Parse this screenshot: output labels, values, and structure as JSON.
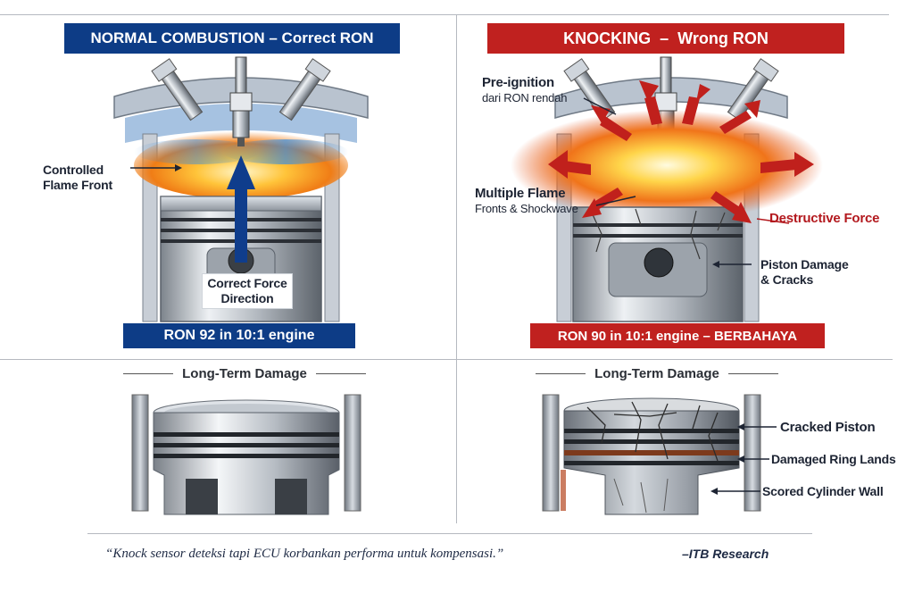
{
  "top_left": {
    "banner": "NORMAL COMBUSTION – Correct RON",
    "label_flame": [
      "Controlled",
      "Flame Front"
    ],
    "label_force": [
      "Correct Force",
      "Direction"
    ],
    "footer_banner": "RON 92 in 10:1 engine"
  },
  "top_right": {
    "banner": "KNOCKING  –  Wrong RON",
    "label_preignition": [
      "Pre-ignition",
      "dari RON rendah"
    ],
    "label_multiple": [
      "Multiple Flame",
      "Fronts & Shockwave"
    ],
    "label_destructive": "Destructive Force",
    "label_piston": [
      "Piston Damage",
      "& Cracks"
    ],
    "footer_banner": "RON 90 in 10:1 engine – BERBAHAYA"
  },
  "bottom_left": {
    "title": "Long-Term Damage"
  },
  "bottom_right": {
    "title": "Long-Term Damage",
    "label_cracked": "Cracked Piston",
    "label_rings": "Damaged Ring Lands",
    "label_wall": "Scored Cylinder Wall"
  },
  "footer": {
    "quote": "“Knock sensor deteksi tapi ECU korbankan performa untuk kompensasi.”",
    "source": "–ITB Research"
  },
  "colors": {
    "blue_banner": "#0d3c86",
    "red_banner": "#c0211f",
    "flame_orange": "#f39a1e",
    "arrow_red": "#c0201c",
    "arrow_blue": "#0f3d8c"
  }
}
